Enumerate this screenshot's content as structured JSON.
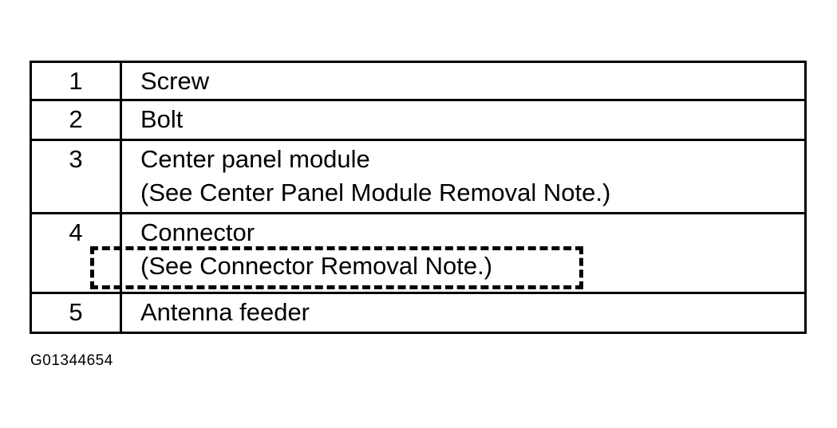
{
  "table": {
    "rows": [
      {
        "num": "1",
        "lines": [
          "Screw"
        ]
      },
      {
        "num": "2",
        "lines": [
          "Bolt"
        ]
      },
      {
        "num": "3",
        "lines": [
          "Center panel module",
          "(See Center Panel Module Removal Note.)"
        ]
      },
      {
        "num": "4",
        "lines": [
          "Connector",
          "(See Connector Removal Note.)"
        ]
      },
      {
        "num": "5",
        "lines": [
          "Antenna feeder"
        ]
      }
    ]
  },
  "figure_id": "G01344654"
}
